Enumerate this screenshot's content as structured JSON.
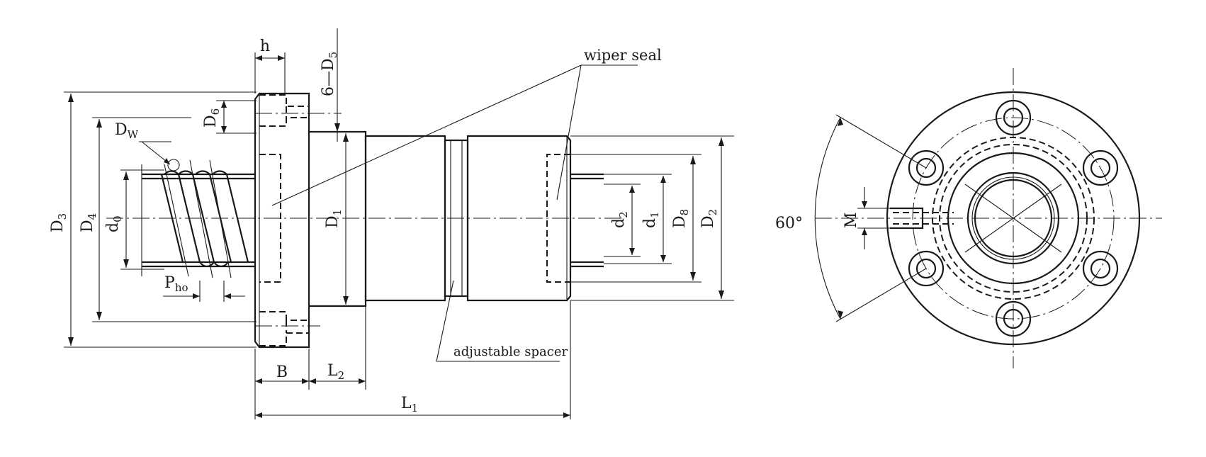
{
  "labels": {
    "h": "h",
    "d5_prefix": "6—D",
    "d5_sub": "5",
    "d6": "D",
    "d6_sub": "6",
    "dw": "D",
    "dw_sub": "W",
    "d3": "D",
    "d3_sub": "3",
    "d4": "D",
    "d4_sub": "4",
    "d0": "d",
    "d0_sub": "0",
    "pho": "P",
    "pho_sub": "ho",
    "d1_big": "D",
    "d1_big_sub": "1",
    "d2_small": "d",
    "d2_small_sub": "2",
    "d1_small": "d",
    "d1_small_sub": "1",
    "d8": "D",
    "d8_sub": "8",
    "d2_big": "D",
    "d2_big_sub": "2",
    "b": "B",
    "l2": "L",
    "l2_sub": "2",
    "l1": "L",
    "l1_sub": "1",
    "angle": "60°",
    "m": "M"
  },
  "callouts": {
    "wiper_seal": "wiper seal",
    "adjustable_spacer": "adjustable spacer"
  },
  "colors": {
    "line": "#1a1a1a",
    "background": "#ffffff"
  }
}
